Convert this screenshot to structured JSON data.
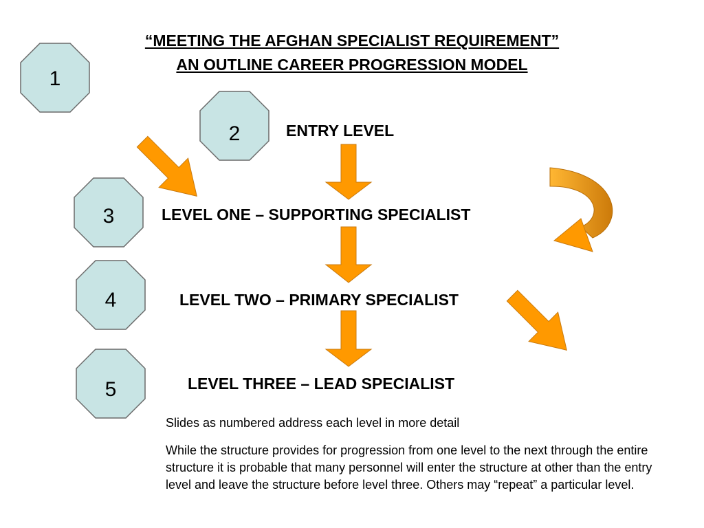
{
  "title": {
    "line1": "“MEETING THE AFGHAN SPECIALIST REQUIREMENT”",
    "line2": "AN OUTLINE CAREER PROGRESSION MODEL"
  },
  "badges": [
    "1",
    "2",
    "3",
    "4",
    "5"
  ],
  "levels": {
    "entry": "ENTRY LEVEL",
    "one": "LEVEL ONE – SUPPORTING SPECIALIST",
    "two": "LEVEL TWO – PRIMARY SPECIALIST",
    "three": "LEVEL THREE – LEAD SPECIALIST"
  },
  "notes": {
    "line1": "Slides as numbered address each level in more detail",
    "para": "While the structure provides for progression from one level to the next through the entire structure it is probable that many personnel will enter the structure at other than the entry level and leave the structure before level three. Others may “repeat” a particular level."
  },
  "colors": {
    "octagon_fill": "#c8e4e4",
    "octagon_stroke": "#6a6a6a",
    "arrow_fill": "#ff9900",
    "arrow_stroke": "#c87a10",
    "curved_arrow_dark": "#cc7a0a"
  }
}
